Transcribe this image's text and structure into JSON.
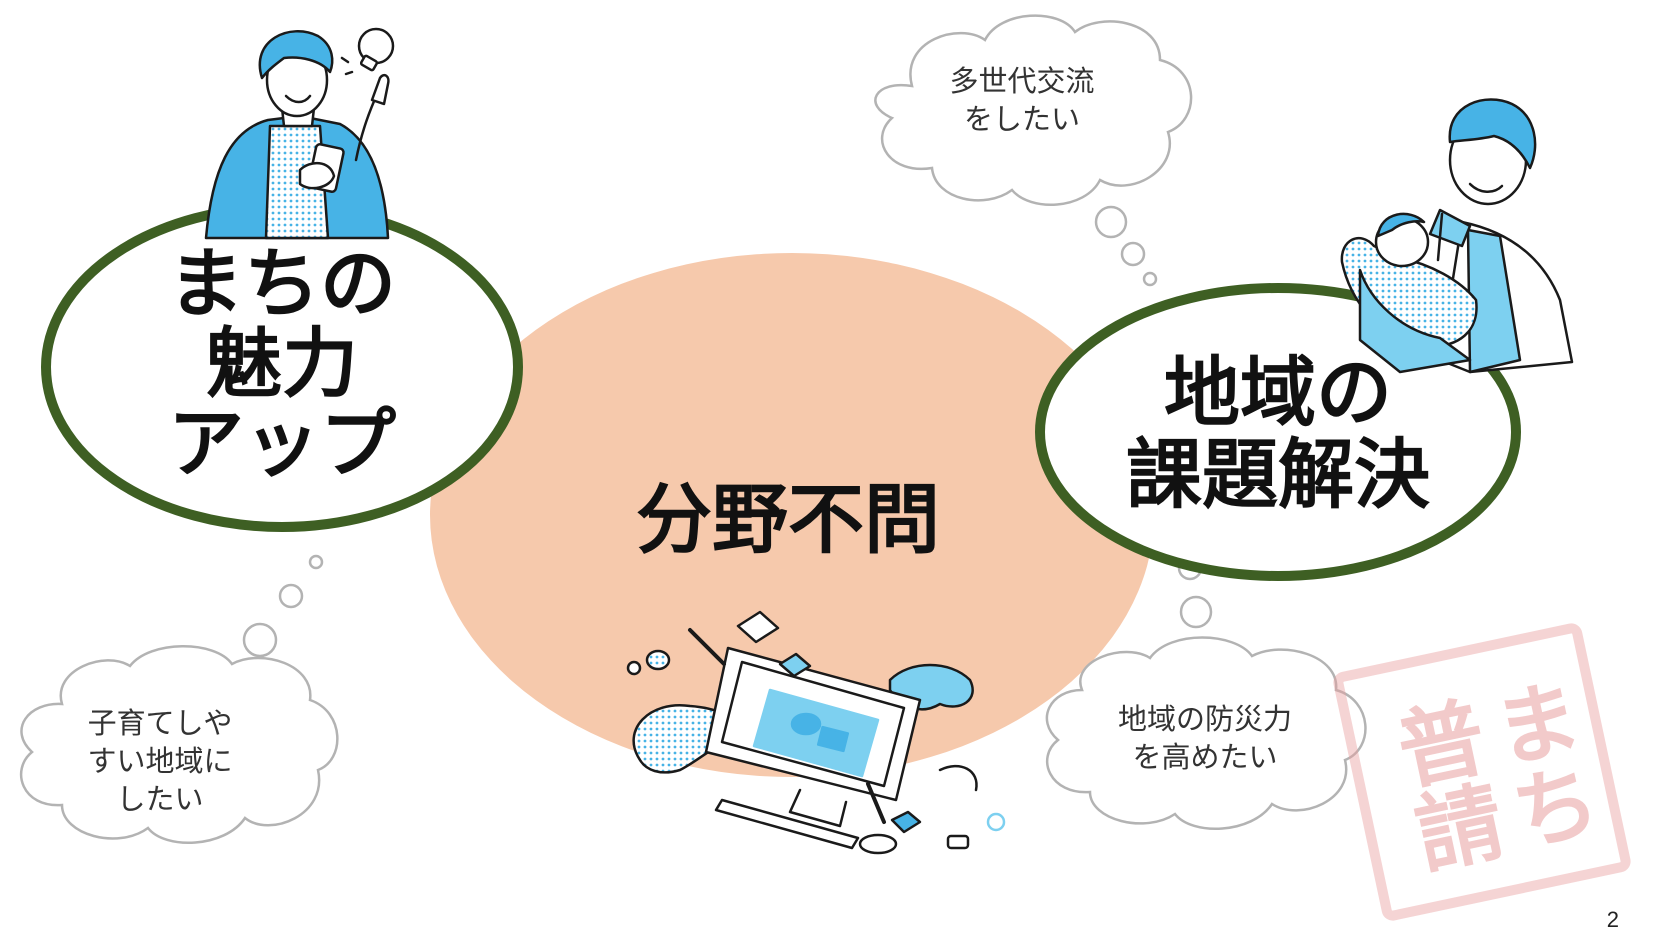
{
  "center": {
    "label": "分野不問",
    "fill": "#f6c9ac"
  },
  "left_bubble": {
    "label": "まちの\n魅力\nアップ",
    "border": "#3e5f23"
  },
  "right_bubble": {
    "label": "地域の\n課題解決",
    "border": "#3e5f23"
  },
  "thoughts": {
    "top": "多世代交流\nをしたい",
    "bottom_left": "子育てしや\nすい地域に\nしたい",
    "bottom_right": "地域の防災力\nを高めたい"
  },
  "stamp": {
    "text": "まち普請",
    "color": "#e8a0a0"
  },
  "page_number": "2",
  "colors": {
    "accent_blue": "#47b3e6",
    "light_blue": "#7dd0f0",
    "dark": "#1a1a1a"
  },
  "illustrations": [
    "person-with-lightbulb-illustration",
    "father-with-baby-illustration",
    "computer-splash-illustration"
  ]
}
